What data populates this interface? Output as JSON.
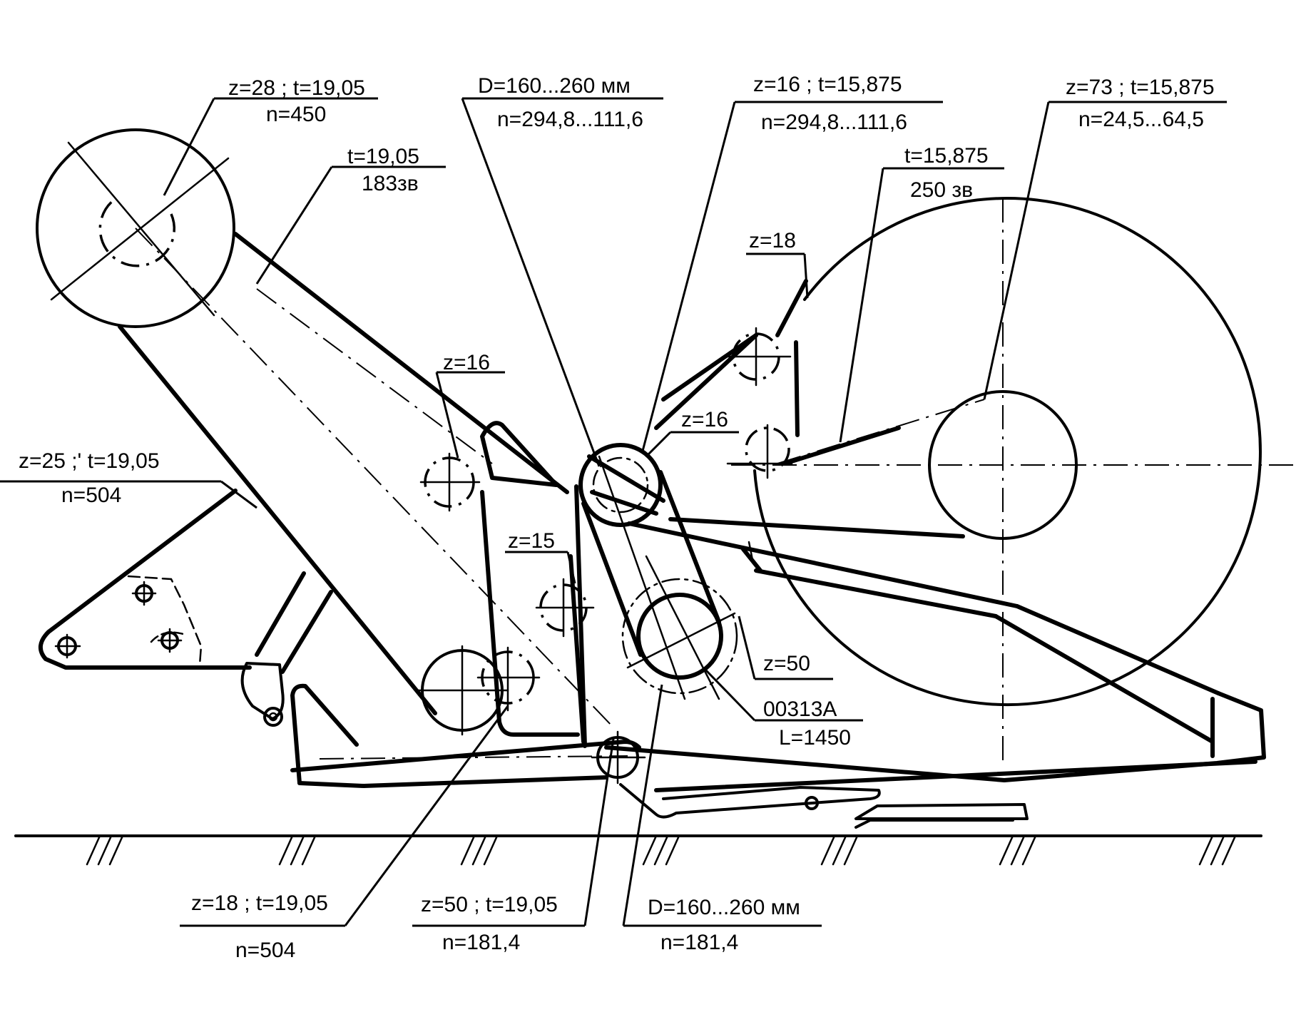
{
  "diagram": {
    "labels": {
      "l01a": "z=28 ; t=19,05",
      "l01b": "n=450",
      "l02a": "t=19,05",
      "l02b": "183зв",
      "l03a": "D=160...260 мм",
      "l03b": "n=294,8...111,6",
      "l04a": "z=16 ; t=15,875",
      "l04b": "n=294,8...111,6",
      "l05a": "t=15,875",
      "l05b": "250 зв",
      "l06a": "z=73 ; t=15,875",
      "l06b": "n=24,5...64,5",
      "l07": "z=18",
      "l08": "z=16",
      "l09": "z=16",
      "l10a": "z=25 ;' t=19,05",
      "l10b": "n=504",
      "l11": "z=15",
      "l12": "z=50",
      "l13a": "00313A",
      "l13b": "L=1450",
      "l14a": "z=18 ; t=19,05",
      "l14b": "n=504",
      "l15a": "z=50 ; t=19,05",
      "l15b": "n=181,4",
      "l16a": "D=160...260 мм",
      "l16b": "n=181,4"
    }
  }
}
